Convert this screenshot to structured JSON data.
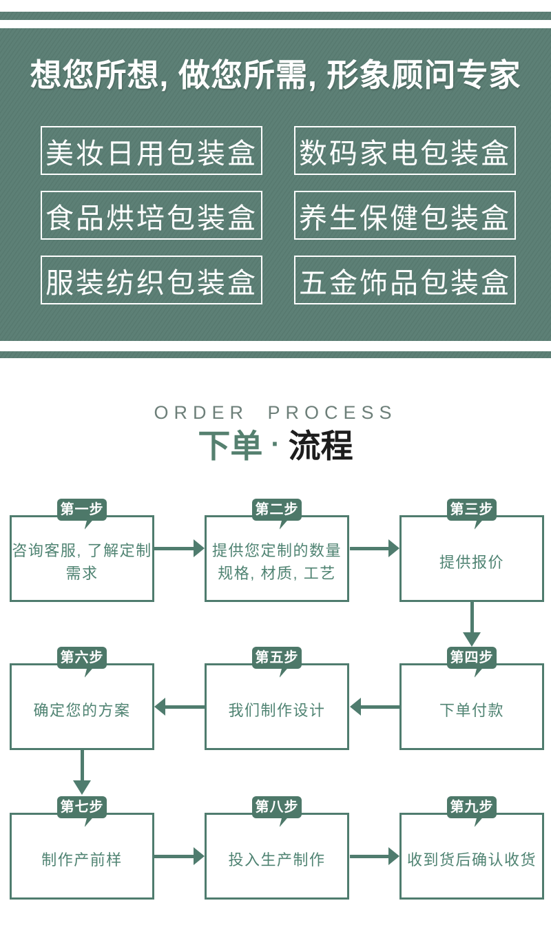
{
  "hero": {
    "title": "想您所想, 做您所需, 形象顾问专家",
    "categories": [
      {
        "label": "美妆日用包装盒"
      },
      {
        "label": "数码家电包装盒"
      },
      {
        "label": "食品烘培包装盒"
      },
      {
        "label": "养生保健包装盒"
      },
      {
        "label": "服装纺织包装盒"
      },
      {
        "label": "五金饰品包装盒"
      }
    ]
  },
  "process": {
    "subtitle": "ORDER PROCESS",
    "title_accent": "下单",
    "title_separator": "·",
    "title_main": "流程",
    "steps": [
      {
        "badge": "第一步",
        "lines": [
          "咨询客服, 了解定制",
          "需求"
        ]
      },
      {
        "badge": "第二步",
        "lines": [
          "提供您定制的数量",
          "规格, 材质, 工艺"
        ]
      },
      {
        "badge": "第三步",
        "lines": [
          "提供报价"
        ]
      },
      {
        "badge": "第四步",
        "lines": [
          "下单付款"
        ]
      },
      {
        "badge": "第五步",
        "lines": [
          "我们制作设计"
        ]
      },
      {
        "badge": "第六步",
        "lines": [
          "确定您的方案"
        ]
      },
      {
        "badge": "第七步",
        "lines": [
          "制作产前样"
        ]
      },
      {
        "badge": "第八步",
        "lines": [
          "投入生产制作"
        ]
      },
      {
        "badge": "第九步",
        "lines": [
          "收到货后确认收货"
        ]
      }
    ]
  },
  "colors": {
    "hero_green": "#5d8076",
    "flow_green": "#4f7c6e",
    "flow_text_green": "#4f8372",
    "badge_green": "#4d7869",
    "subtitle_gray_green": "#6d7f79",
    "title_dark": "#1d1d1d",
    "hero_text": "#ffffff"
  }
}
